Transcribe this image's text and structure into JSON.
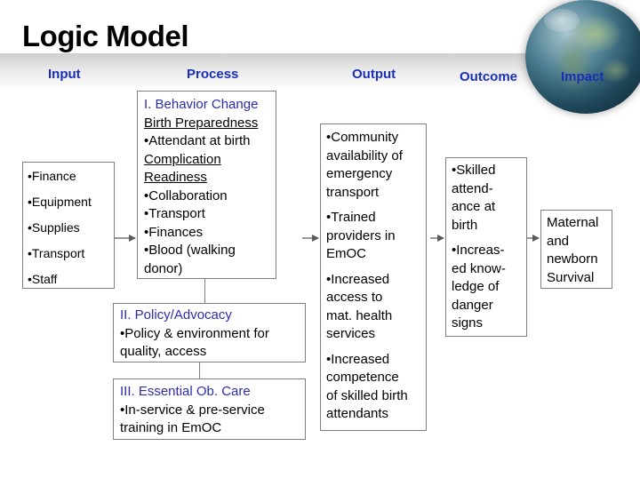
{
  "title": "Logic Model",
  "columns": {
    "input": "Input",
    "process": "Process",
    "output": "Output",
    "outcome": "Outcome",
    "impact": "Impact"
  },
  "input_items": [
    "•Finance",
    "•Equipment",
    "•Supplies",
    "•Transport",
    "•Staff"
  ],
  "process": {
    "behavior": {
      "heading": "I. Behavior Change",
      "sub1": "Birth Preparedness",
      "item1": "•Attendant at birth",
      "sub2a": "Complication",
      "sub2b": "Readiness",
      "item2": "•Collaboration",
      "item3": "•Transport",
      "item4": "•Finances",
      "item5a": "•Blood (walking",
      "item5b": "donor)"
    },
    "policy": {
      "heading": "II. Policy/Advocacy",
      "line1": "•Policy & environment for",
      "line2": "quality, access"
    },
    "care": {
      "heading": "III. Essential Ob. Care",
      "line1": "•In-service & pre-service",
      "line2": "training in EmOC"
    }
  },
  "output_items": [
    [
      "•Community",
      "availability of",
      "emergency",
      "transport"
    ],
    [
      "•Trained",
      "providers in",
      "EmOC"
    ],
    [
      "•Increased",
      "access to",
      "mat. health",
      "services"
    ],
    [
      "•Increased",
      "competence",
      "of skilled birth",
      "attendants"
    ]
  ],
  "outcome_items": [
    [
      "•Skilled",
      "attend-",
      "ance at",
      "birth"
    ],
    [
      "•Increas-",
      "ed know-",
      "ledge of",
      "danger",
      "signs"
    ]
  ],
  "impact_lines": [
    "Maternal",
    "and",
    "newborn",
    "Survival"
  ],
  "colors": {
    "column_header": "#1a2fb8",
    "process_heading": "#2c2ca8",
    "border": "#7f7f7f",
    "arrow": "#5a5a5a"
  }
}
